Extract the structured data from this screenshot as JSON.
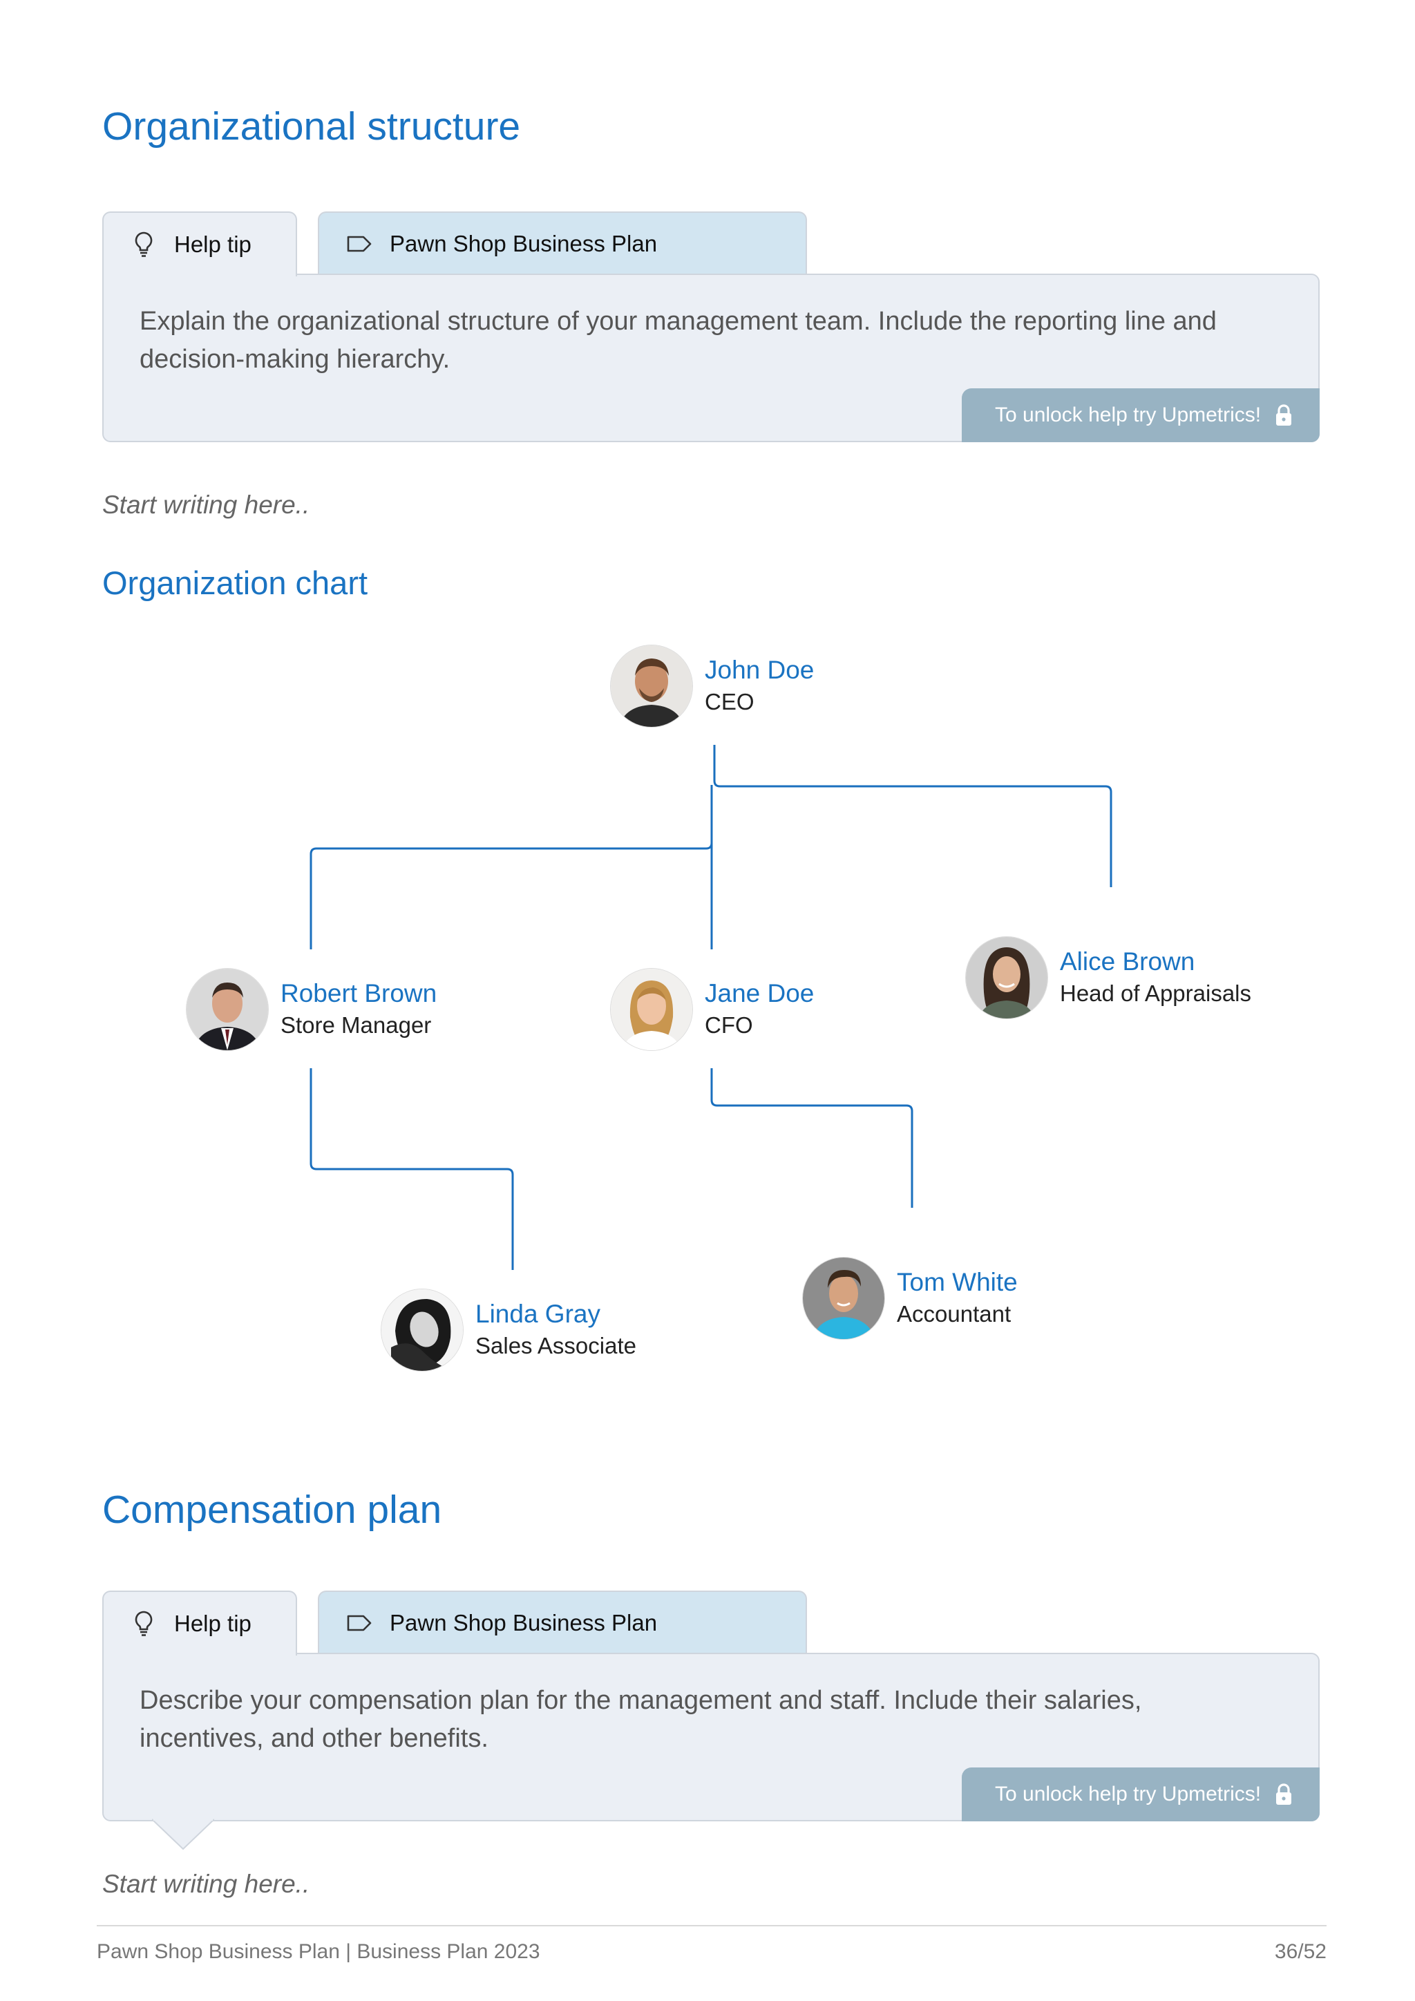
{
  "section1": {
    "title": "Organizational structure",
    "help_tab": "Help tip",
    "plan_tab": "Pawn Shop Business Plan",
    "tip_text": "Explain the organizational structure of your management team. Include the reporting line and decision-making hierarchy.",
    "unlock": "To unlock help try Upmetrics!",
    "placeholder": "Start writing here.."
  },
  "org_chart": {
    "title": "Organization chart",
    "people": [
      {
        "name": "John Doe",
        "role": "CEO"
      },
      {
        "name": "Robert Brown",
        "role": "Store Manager"
      },
      {
        "name": "Jane Doe",
        "role": "CFO"
      },
      {
        "name": "Alice Brown",
        "role": "Head of Appraisals"
      },
      {
        "name": "Linda Gray",
        "role": "Sales Associate"
      },
      {
        "name": "Tom White",
        "role": "Accountant"
      }
    ]
  },
  "section2": {
    "title": "Compensation plan",
    "help_tab": "Help tip",
    "plan_tab": "Pawn Shop Business Plan",
    "tip_text": "Describe your compensation plan for the management and staff. Include their salaries, incentives, and other benefits.",
    "unlock": "To unlock help try Upmetrics!",
    "placeholder": "Start writing here.."
  },
  "footer": {
    "left": "Pawn Shop Business Plan | Business Plan 2023",
    "right": "36/52"
  },
  "colors": {
    "accent": "#1a73c2",
    "tip_background": "#ebeff5",
    "plan_tab_background": "#d2e5f1",
    "unlock_background": "#98b3c3"
  }
}
